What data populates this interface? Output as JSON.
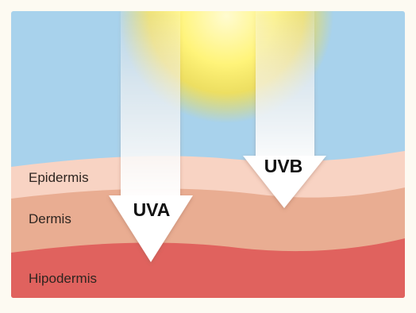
{
  "diagram": {
    "arrows": {
      "uva_label": "UVA",
      "uvb_label": "UVB"
    },
    "layers": {
      "epidermis": "Epidermis",
      "dermis": "Dermis",
      "hypodermis": "Hipodermis"
    },
    "colors": {
      "sky": "#a8d2ec",
      "sun_core": "#fff79c",
      "sun_glow": "#f7dc3a",
      "epidermis": "#f8d3c3",
      "dermis": "#e9ad92",
      "hypodermis": "#e0625e",
      "arrow": "#ffffff",
      "label_text": "#2e2520",
      "arrow_text": "#111111",
      "frame": "#fdfaf2"
    }
  }
}
